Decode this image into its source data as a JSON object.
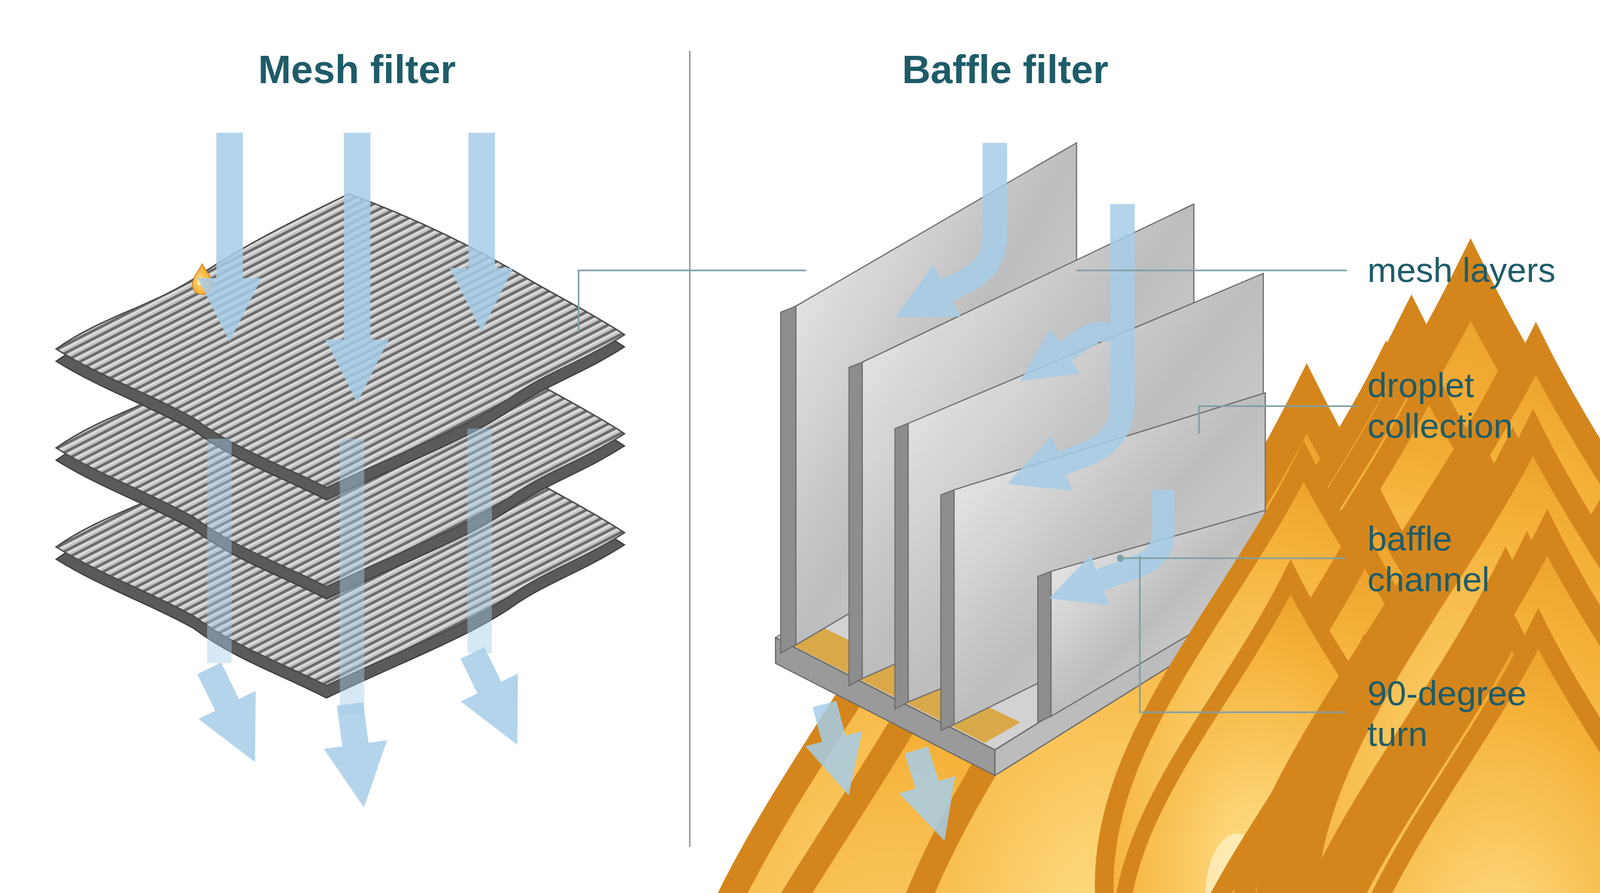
{
  "diagram": {
    "labels": [
      "Mesh filter",
      "Baffle filter",
      "mesh layers",
      "droplet collection",
      "baffle channel",
      "90-degree turn"
    ]
  }
}
